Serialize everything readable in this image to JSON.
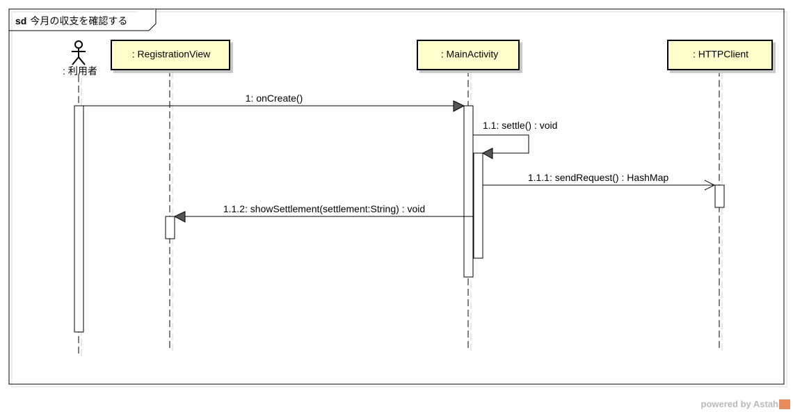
{
  "frame": {
    "keyword": "sd",
    "title": "今月の収支を確認する"
  },
  "lifelines": [
    {
      "id": "user",
      "label": ": 利用者",
      "kind": "actor"
    },
    {
      "id": "reg",
      "label": ": RegistrationView",
      "kind": "object"
    },
    {
      "id": "main",
      "label": ": MainActivity",
      "kind": "object"
    },
    {
      "id": "http",
      "label": ": HTTPClient",
      "kind": "object"
    }
  ],
  "messages": [
    {
      "id": "m1",
      "label": "1: onCreate()"
    },
    {
      "id": "m2",
      "label": "1.1: settle() : void"
    },
    {
      "id": "m3",
      "label": "1.1.1: sendRequest() : HashMap"
    },
    {
      "id": "m4",
      "label": "1.1.2: showSettlement(settlement:String) : void"
    }
  ],
  "watermark": {
    "text": "powered by Astah"
  },
  "colors": {
    "object_fill": "#ffffcc",
    "line": "#000000",
    "arrow_fill": "#555555"
  }
}
